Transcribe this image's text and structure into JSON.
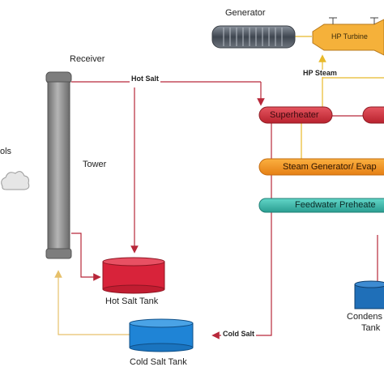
{
  "labels": {
    "generator": "Generator",
    "hp_turbine": "HP Turbine",
    "receiver": "Receiver",
    "tower": "Tower",
    "heliostats_partial": "ols",
    "hot_salt_line": "Hot Salt",
    "hp_steam_line": "HP Steam",
    "superheater": "Superheater",
    "steam_generator": "Steam Generator/ Evap",
    "feedwater_preheater": "Feedwater Preheate",
    "hot_salt_tank": "Hot Salt Tank",
    "cold_salt_tank": "Cold Salt Tank",
    "cold_salt_line": "Cold Salt",
    "condensate_tank_line1": "Condens",
    "condensate_tank_line2": "Tank"
  },
  "colors": {
    "hot_salt": "#b8283a",
    "steam": "#f2c531",
    "cold_salt": "#f0d08a",
    "superheater": "#d9343e",
    "evaporator": "#f7941d",
    "preheater": "#3bbfb0",
    "tower": "#8f8f8f",
    "hot_tank": "#d8233a",
    "cold_tank": "#1f84d6",
    "condensate_tank": "#1f6fb8",
    "hp_turbine": "#f5b13a",
    "generator": "#5b6470"
  },
  "icons": {
    "cloud": "cloud-icon",
    "valve": "valve-icon"
  }
}
